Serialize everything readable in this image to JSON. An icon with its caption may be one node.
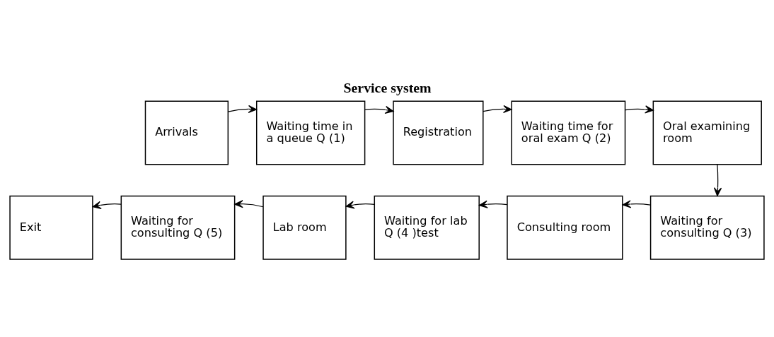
{
  "diagram": {
    "title": "Service system",
    "nodes": [
      {
        "text": [
          "Arrivals"
        ]
      },
      {
        "text": [
          "Waiting time in a queue Q (1)"
        ]
      },
      {
        "text": [
          "Registration"
        ]
      },
      {
        "text": [
          "Waiting time for oral exam Q (2)"
        ]
      },
      {
        "text": [
          "Oral examining room"
        ]
      },
      {
        "text": [
          "Waiting for consulting Q (3)"
        ]
      },
      {
        "text": [
          "Consulting room"
        ]
      },
      {
        "text": [
          "Waiting for lab Q (4 )test"
        ]
      },
      {
        "text": [
          "Lab room"
        ]
      },
      {
        "text": [
          "Waiting for consulting Q (5)"
        ]
      },
      {
        "text": [
          "Exit"
        ]
      }
    ],
    "edges": [
      {
        "from": 0,
        "to": 1,
        "arrow": "to"
      },
      {
        "from": 1,
        "to": 2,
        "arrow": "to"
      },
      {
        "from": 2,
        "to": 3,
        "arrow": "to"
      },
      {
        "from": 3,
        "to": 4,
        "arrow": "to"
      },
      {
        "from": 4,
        "to": 5,
        "arrow": "to"
      },
      {
        "from": 5,
        "to": 6,
        "arrow": "to"
      },
      {
        "from": 6,
        "to": 7,
        "arrow": "to"
      },
      {
        "from": 7,
        "to": 8,
        "arrow": "to"
      },
      {
        "from": 8,
        "to": 9,
        "arrow": "to"
      },
      {
        "from": 9,
        "to": 10,
        "arrow": "to"
      }
    ]
  }
}
